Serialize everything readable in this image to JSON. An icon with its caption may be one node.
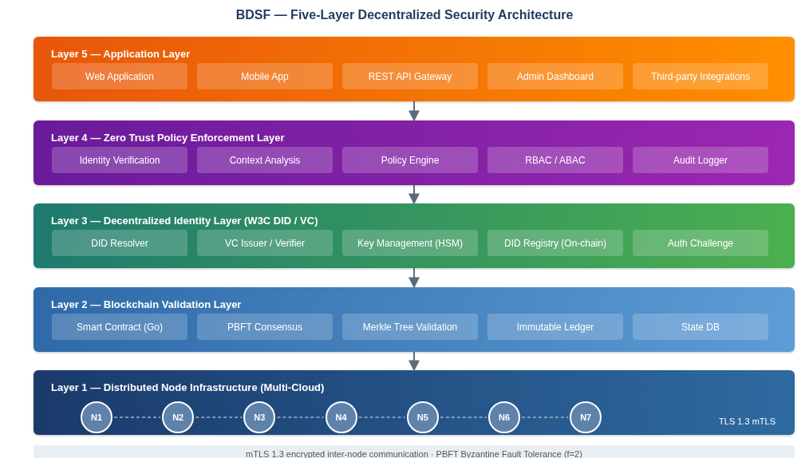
{
  "diagram": {
    "title": "BDSF — Five-Layer Decentralized Security Architecture",
    "nodes": [
      {
        "text": [
          "Layer 5 — Application Layer"
        ]
      },
      {
        "text": [
          "Web Application"
        ],
        "in": 0
      },
      {
        "text": [
          "Mobile App"
        ],
        "in": 0
      },
      {
        "text": [
          "REST API Gateway"
        ],
        "in": 0
      },
      {
        "text": [
          "Admin Dashboard"
        ],
        "in": 0
      },
      {
        "text": [
          "Third-party Integrations"
        ],
        "in": 0
      },
      {
        "text": [
          "Layer 4 — Zero Trust Policy Enforcement Layer"
        ]
      },
      {
        "text": [
          "Identity Verification"
        ],
        "in": 6
      },
      {
        "text": [
          "Context Analysis"
        ],
        "in": 6
      },
      {
        "text": [
          "Policy Engine"
        ],
        "in": 6
      },
      {
        "text": [
          "RBAC / ABAC"
        ],
        "in": 6
      },
      {
        "text": [
          "Audit Logger"
        ],
        "in": 6
      },
      {
        "text": [
          "Layer 3 — Decentralized Identity Layer (W3C DID / VC)"
        ]
      },
      {
        "text": [
          "DID Resolver"
        ],
        "in": 12
      },
      {
        "text": [
          "VC Issuer / Verifier"
        ],
        "in": 12
      },
      {
        "text": [
          "Key Management (HSM)"
        ],
        "in": 12
      },
      {
        "text": [
          "DID Registry (On-chain)"
        ],
        "in": 12
      },
      {
        "text": [
          "Auth Challenge"
        ],
        "in": 12
      },
      {
        "text": [
          "Layer 2 — Blockchain Validation Layer"
        ]
      },
      {
        "text": [
          "Smart Contract (Go)"
        ],
        "in": 18
      },
      {
        "text": [
          "PBFT Consensus"
        ],
        "in": 18
      },
      {
        "text": [
          "Merkle Tree Validation"
        ],
        "in": 18
      },
      {
        "text": [
          "Immutable Ledger"
        ],
        "in": 18
      },
      {
        "text": [
          "State DB"
        ],
        "in": 18
      },
      {
        "text": [
          "Layer 1 — Distributed Node Infrastructure (Multi-Cloud)",
          "TLS 1.3 mTLS"
        ]
      },
      {
        "text": [
          "N1"
        ],
        "in": 24
      },
      {
        "text": [
          "N2"
        ],
        "in": 24
      },
      {
        "text": [
          "N3"
        ],
        "in": 24
      },
      {
        "text": [
          "N4"
        ],
        "in": 24
      },
      {
        "text": [
          "N5"
        ],
        "in": 24
      },
      {
        "text": [
          "N6"
        ],
        "in": 24
      },
      {
        "text": [
          "N7"
        ],
        "in": 24
      },
      {
        "text": [
          "mTLS 1.3 encrypted inter-node communication · PBFT Byzantine Fault Tolerance (f=2)"
        ]
      }
    ],
    "edges": [
      {
        "from": 0,
        "to": 6,
        "arrow": "to"
      },
      {
        "from": 6,
        "to": 12,
        "arrow": "to"
      },
      {
        "from": 12,
        "to": 18,
        "arrow": "to"
      },
      {
        "from": 18,
        "to": 24,
        "arrow": "to"
      },
      {
        "from": 25,
        "to": 26,
        "arrow": "none",
        "style": "dashed"
      },
      {
        "from": 26,
        "to": 27,
        "arrow": "none",
        "style": "dashed"
      },
      {
        "from": 27,
        "to": 28,
        "arrow": "none",
        "style": "dashed"
      },
      {
        "from": 28,
        "to": 29,
        "arrow": "none",
        "style": "dashed"
      },
      {
        "from": 29,
        "to": 30,
        "arrow": "none",
        "style": "dashed"
      },
      {
        "from": 30,
        "to": 31,
        "arrow": "none",
        "style": "dashed"
      }
    ]
  }
}
